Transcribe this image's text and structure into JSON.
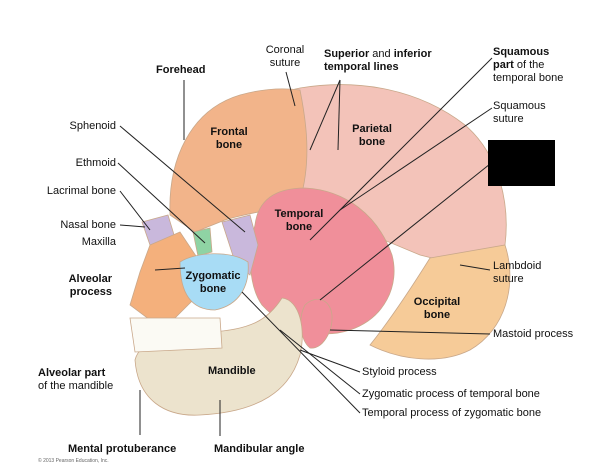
{
  "labels": {
    "forehead": "Forehead",
    "coronal_suture_1": "Coronal",
    "coronal_suture_2": "suture",
    "superior_inferior_bold_1": "Superior",
    "superior_inferior_normal": " and ",
    "superior_inferior_bold_2": "inferior",
    "temporal_lines": "temporal lines",
    "squamous_part_1": "Squamous",
    "squamous_part_2": "part",
    "squamous_part_3": " of the",
    "squamous_part_4": "temporal bone",
    "squamous_suture_1": "Squamous",
    "squamous_suture_2": "suture",
    "sphenoid": "Sphenoid",
    "ethmoid": "Ethmoid",
    "lacrimal_bone": "Lacrimal bone",
    "nasal_bone": "Nasal bone",
    "maxilla": "Maxilla",
    "alveolar_process_1": "Alveolar",
    "alveolar_process_2": "process",
    "alveolar_part_1": "Alveolar part",
    "alveolar_part_2": "of the mandible",
    "mental_protuberance": "Mental protuberance",
    "mandibular_angle": "Mandibular angle",
    "frontal_bone_1": "Frontal",
    "frontal_bone_2": "bone",
    "parietal_bone_1": "Parietal",
    "parietal_bone_2": "bone",
    "temporal_bone_1": "Temporal",
    "temporal_bone_2": "bone",
    "zygomatic_bone_1": "Zygomatic",
    "zygomatic_bone_2": "bone",
    "occipital_bone_1": "Occipital",
    "occipital_bone_2": "bone",
    "mandible": "Mandible",
    "lambdoid_suture_1": "Lambdoid",
    "lambdoid_suture_2": "suture",
    "mastoid_process": "Mastoid process",
    "styloid_process": "Styloid process",
    "zygomatic_process": "Zygomatic process of temporal bone",
    "temporal_process": "Temporal process of zygomatic bone",
    "copyright": "© 2013 Pearson Education, Inc."
  },
  "colors": {
    "frontal": "#f2b48a",
    "parietal": "#f3c3b9",
    "temporal": "#f08f9a",
    "occipital": "#f6cb98",
    "zygomatic": "#a8dcf5",
    "sphenoid": "#c9b8dc",
    "ethmoid": "#8fd3a4",
    "maxilla": "#f4b07c",
    "mandible": "#ece3cd",
    "teeth": "#fbfaf4",
    "line": "#222222"
  }
}
